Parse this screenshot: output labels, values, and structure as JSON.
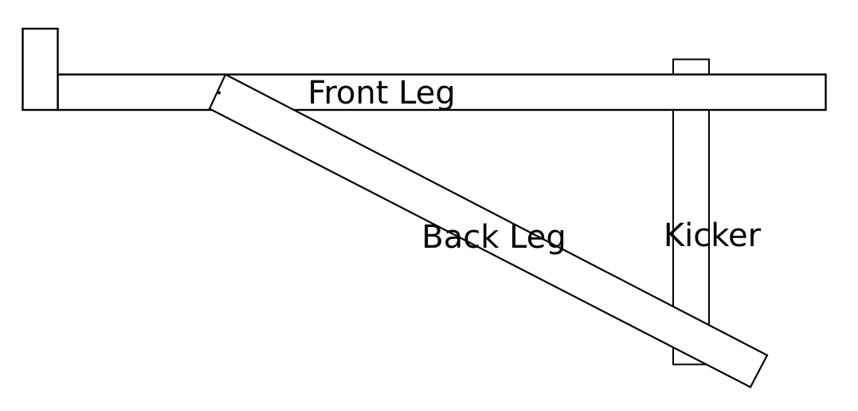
{
  "diagram": {
    "background_color": "#ffffff",
    "line_color": "#000000",
    "board_fill_color": "#ffffff",
    "text_color": "#000000",
    "labels": {
      "front_leg": "Front Leg",
      "back_leg": "Back Leg",
      "kicker": "Kicker"
    }
  }
}
